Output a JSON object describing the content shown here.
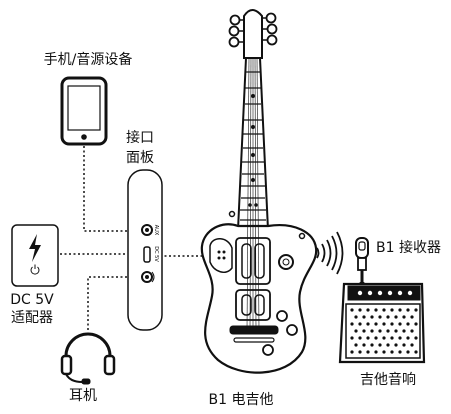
{
  "labels": {
    "phone": "手机/音源设备",
    "panel_line1": "接口",
    "panel_line2": "面板",
    "power_line1": "DC 5V",
    "power_line2": "适配器",
    "headphones": "耳机",
    "guitar": "B1 电吉他",
    "receiver": "B1 接收器",
    "amp": "吉他音响",
    "port_aux": "AUX",
    "port_dc": "DC 5V"
  },
  "icons": [
    "phone-icon",
    "power-adapter-icon",
    "lightning-icon",
    "power-icon",
    "headphones-icon",
    "guitar-icon",
    "wireless-icon",
    "receiver-icon",
    "amplifier-icon"
  ]
}
